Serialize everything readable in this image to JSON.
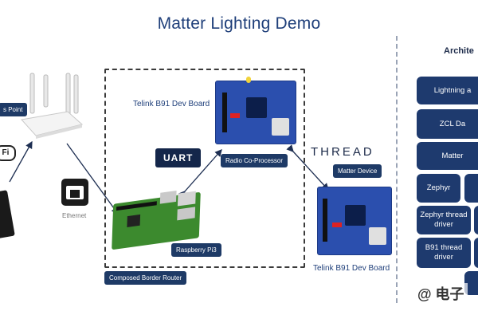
{
  "title": "Matter Lighting Demo",
  "labels": {
    "access_point": "s Point",
    "telink_top": "Telink B91 Dev Board",
    "telink_bottom": "Telink B91 Dev Board",
    "uart": "UART",
    "radio_coprocessor": "Radio Co-Processor",
    "matter_device": "Matter Device",
    "thread": "THREAD",
    "ethernet": "Ethernet",
    "raspberry_pi": "Raspberry Pi3",
    "composed_border_router": "Composed Border Router",
    "wifi": "Fi"
  },
  "architecture": {
    "heading": "Archite",
    "items": [
      "Lightning a",
      "ZCL Da",
      "Matter",
      "Zephyr",
      "Zephyr thread\ndriver",
      "B91 thread\ndriver",
      ""
    ]
  },
  "watermark": "@ 电子"
}
